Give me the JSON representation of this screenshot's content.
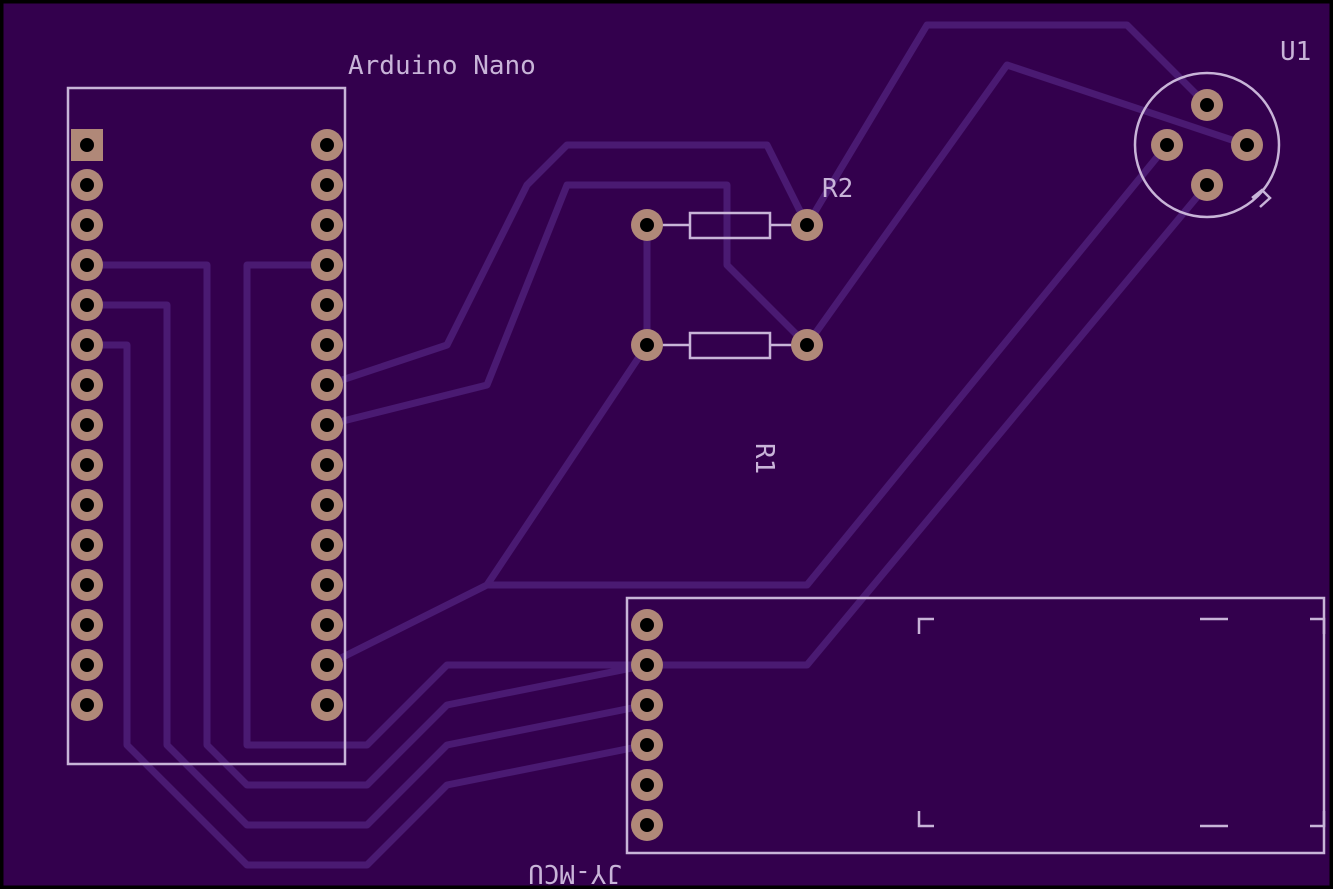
{
  "board": {
    "background": "#33004d",
    "outline_color": "#000000",
    "trace_color": "#4a1a72",
    "silkscreen_color": "#c8b4d8",
    "pad_color": "#b08878"
  },
  "labels": {
    "arduino": "Arduino Nano",
    "u1": "U1",
    "r2": "R2",
    "r1": "R1",
    "jymcu": "JY-MCU"
  }
}
